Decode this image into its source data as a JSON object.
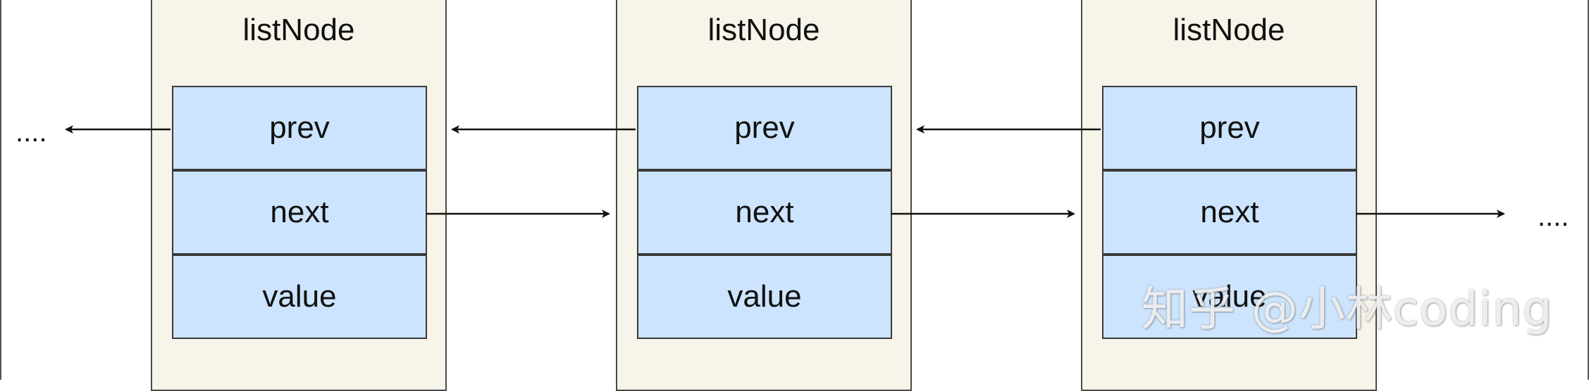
{
  "nodes": [
    {
      "title": "listNode",
      "fields": [
        "prev",
        "next",
        "value"
      ]
    },
    {
      "title": "listNode",
      "fields": [
        "prev",
        "next",
        "value"
      ]
    },
    {
      "title": "listNode",
      "fields": [
        "prev",
        "next",
        "value"
      ]
    }
  ],
  "ellipsis_left": "....",
  "ellipsis_right": "....",
  "watermark": "知乎 @小林coding",
  "colors": {
    "node_fill": "#f7f4ea",
    "field_fill": "#cce4fd",
    "border": "#3a3a3a",
    "arrow": "#111111"
  }
}
